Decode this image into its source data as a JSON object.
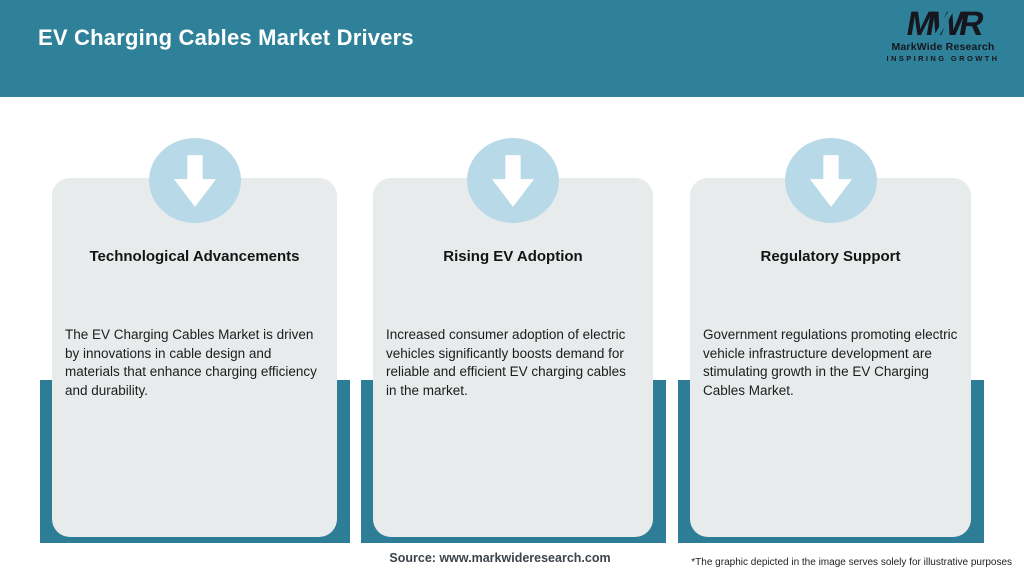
{
  "header": {
    "title": "EV Charging Cables Market Drivers",
    "logo": {
      "monogram": "MWR",
      "name": "MarkWide Research",
      "tagline": "INSPIRING GROWTH"
    }
  },
  "cards": [
    {
      "icon": "down-arrow-icon",
      "title": "Technological Advancements",
      "body": "The EV Charging Cables Market is driven by innovations in cable design and materials that enhance charging efficiency and durability."
    },
    {
      "icon": "down-arrow-icon",
      "title": "Rising EV Adoption",
      "body": "Increased consumer adoption of electric vehicles significantly boosts demand for reliable and efficient EV charging cables in the market."
    },
    {
      "icon": "down-arrow-icon",
      "title": "Regulatory Support",
      "body": "Government regulations promoting electric vehicle infrastructure development are stimulating growth in the EV Charging Cables Market."
    }
  ],
  "footer": {
    "source": "Source: www.markwideresearch.com",
    "disclaimer": "*The graphic depicted in the image serves solely for illustrative purposes"
  },
  "colors": {
    "teal": "#2f8199",
    "teal-shadow": "#2c7d95",
    "circle-blue": "#b8d9e7",
    "card-bg": "#e8ebec",
    "ink": "#141414",
    "logo-ink": "#16161f"
  }
}
